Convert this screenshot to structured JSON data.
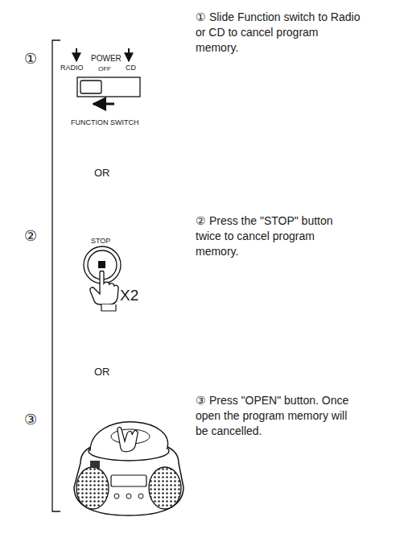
{
  "diagram": {
    "labels": [
      "①",
      "① Slide Function switch to Radio or CD to cancel program memory.",
      "POWER",
      "RADIO",
      "OFF",
      "CD",
      "FUNCTION SWITCH",
      "OR",
      "②",
      "② Press the \"STOP\" button twice to cancel program memory.",
      "STOP",
      "X2",
      "OR",
      "③",
      "③ Press \"OPEN\" button. Once open the program memory will be cancelled."
    ]
  }
}
